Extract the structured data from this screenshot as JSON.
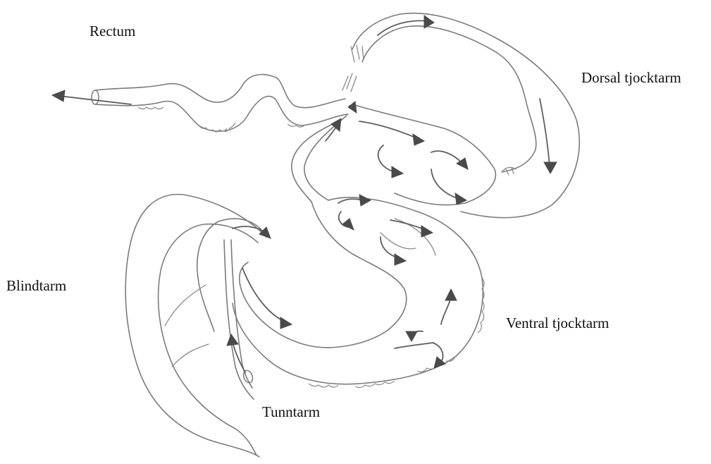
{
  "labels": {
    "rectum": "Rectum",
    "dorsal_colon": "Dorsal tjocktarm",
    "cecum": "Blindtarm",
    "ventral_colon": "Ventral tjocktarm",
    "small_intestine": "Tunntarm"
  },
  "colors": {
    "outline": "#7b7b7b",
    "arrow": "#4a4a4a",
    "background": "#ffffff",
    "text": "#111111"
  }
}
